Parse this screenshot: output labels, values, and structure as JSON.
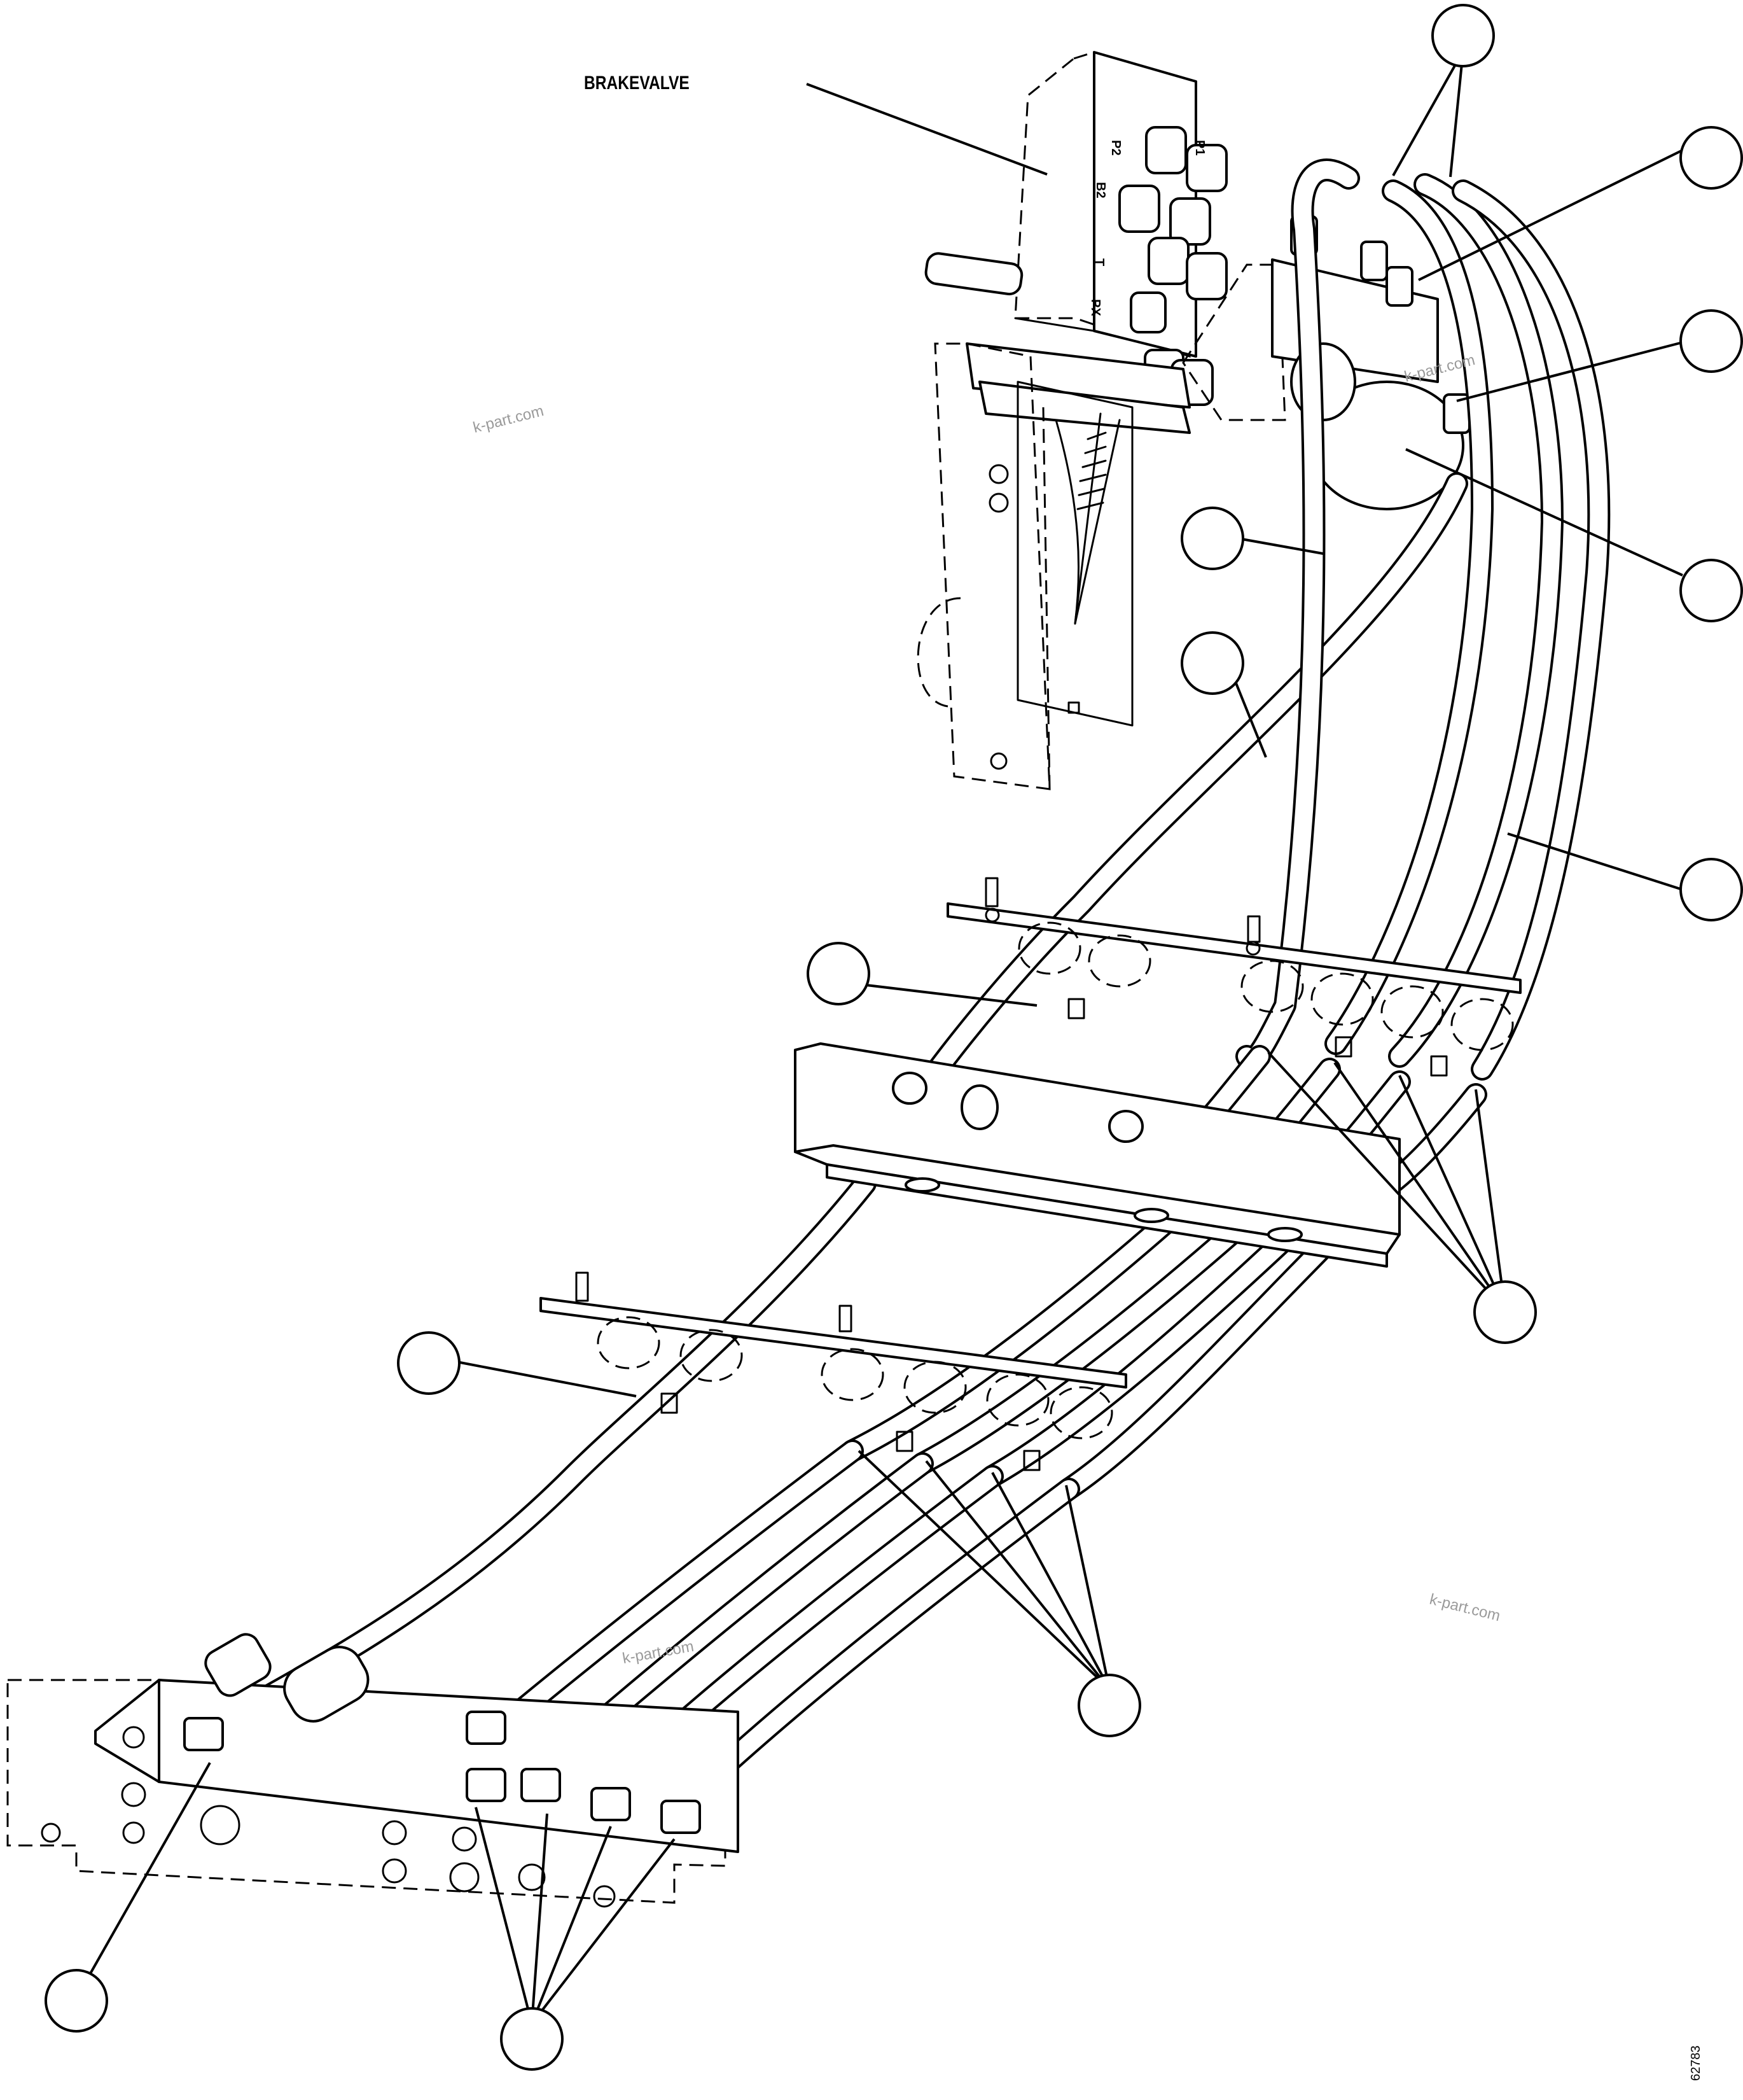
{
  "labels": {
    "brake_valve": "BRAKEVALVE",
    "drawing_number": "62783"
  },
  "port_marks": [
    "P2",
    "P1",
    "B2",
    "T",
    "PX"
  ],
  "watermark": "k-part.com"
}
